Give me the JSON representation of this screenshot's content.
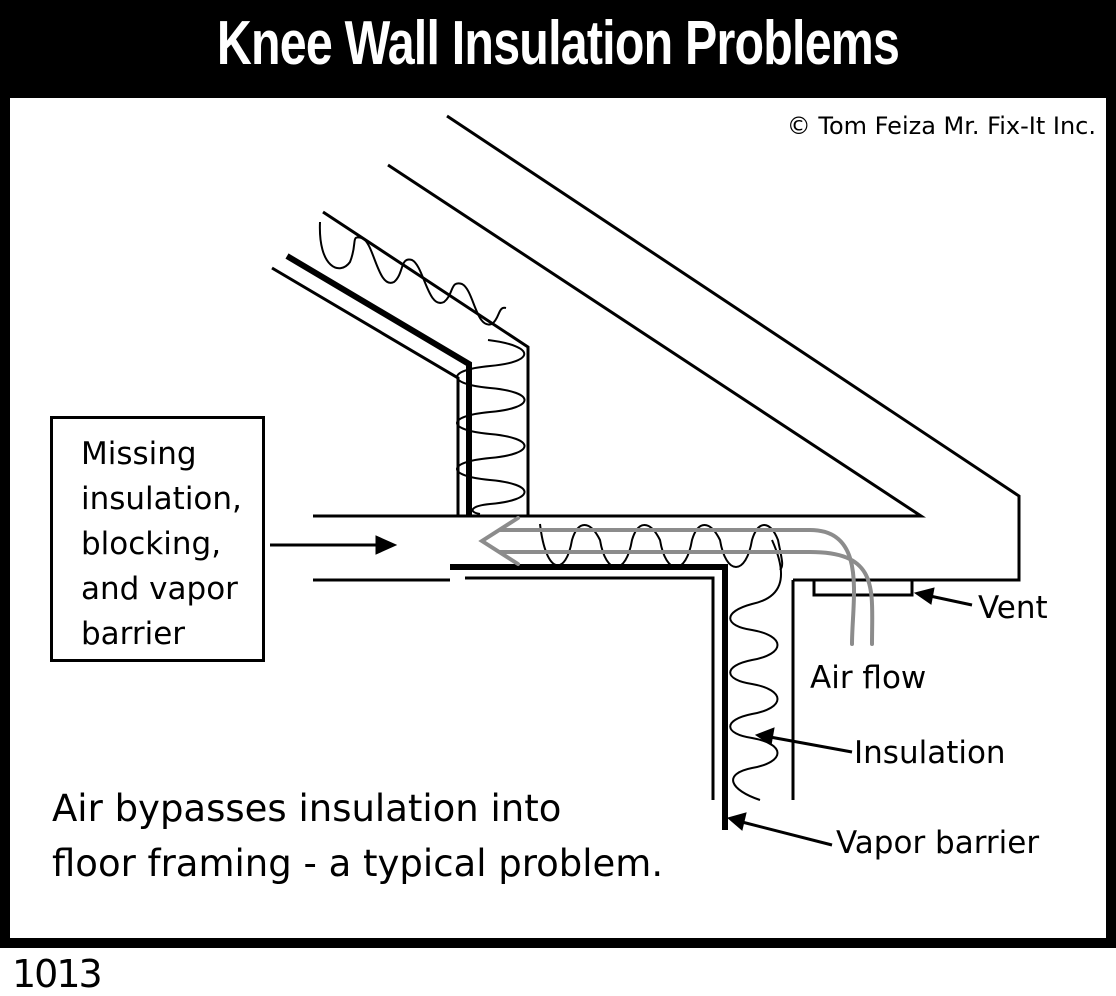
{
  "title": "Knee Wall Insulation Problems",
  "copyright": "© Tom Feiza Mr. Fix-It Inc.",
  "figure_number": "1013",
  "callout": {
    "lines": [
      "Missing",
      "insulation,",
      "blocking,",
      "and vapor",
      "barrier"
    ]
  },
  "labels": {
    "vent": "Vent",
    "air_flow": "Air flow",
    "insulation": "Insulation",
    "vapor_barrier": "Vapor barrier"
  },
  "caption": {
    "line1": "Air bypasses insulation into",
    "line2": "floor framing - a typical problem."
  },
  "colors": {
    "line": "#000000",
    "air_flow_arrow": "#8c8c8c",
    "background": "#ffffff"
  }
}
